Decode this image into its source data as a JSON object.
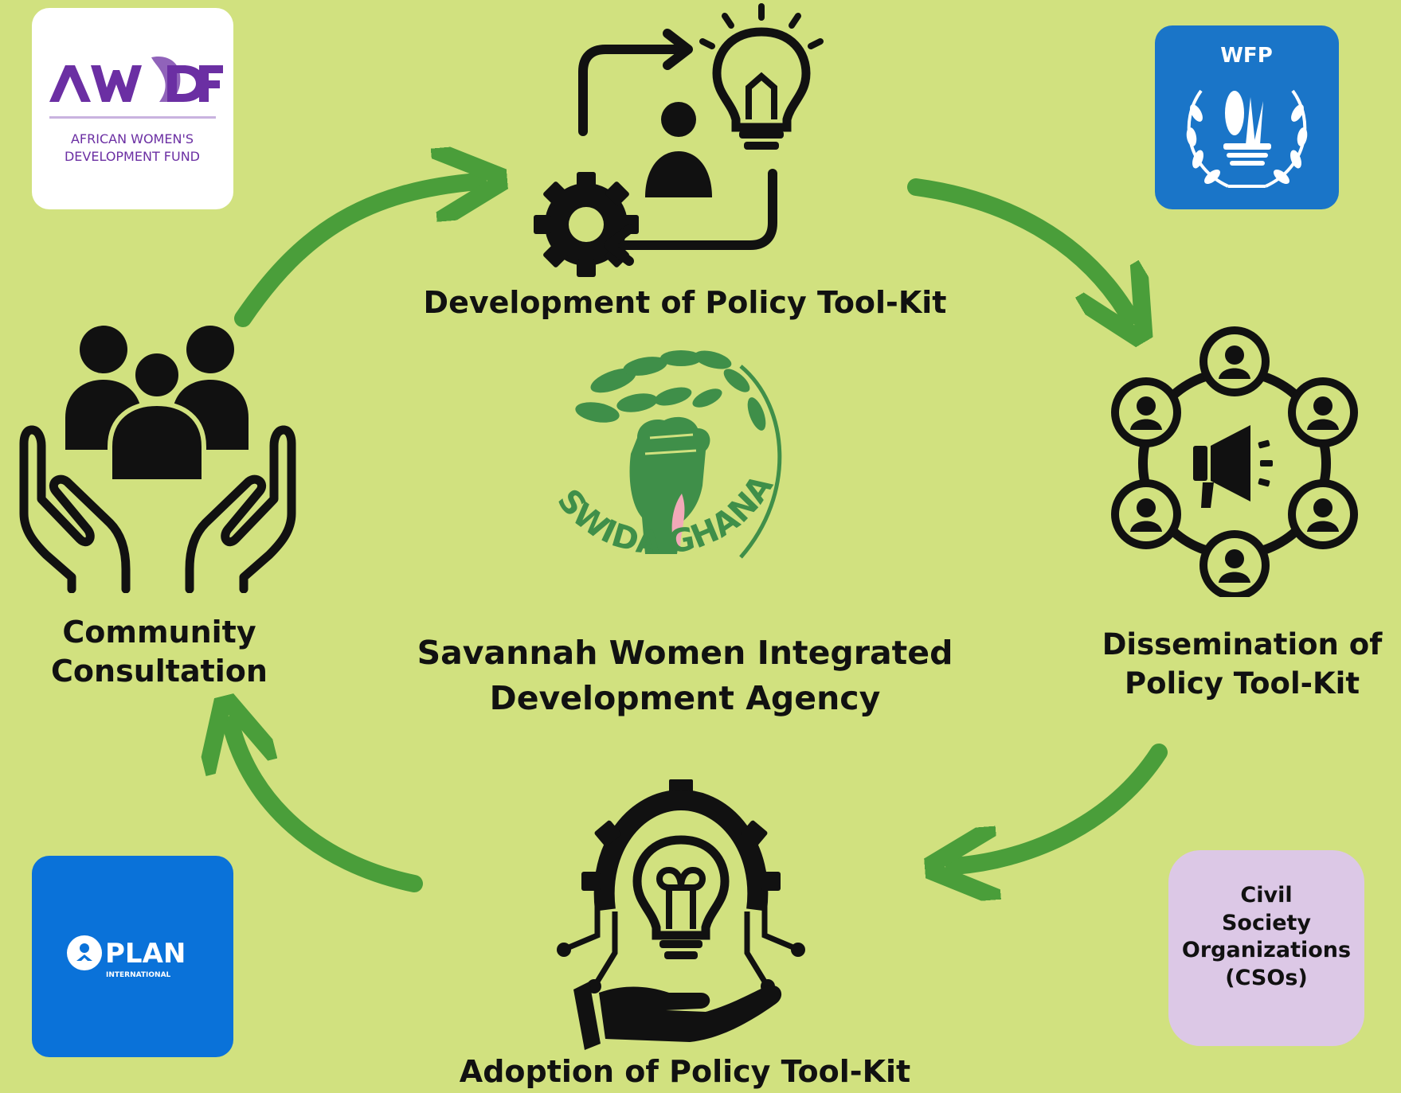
{
  "center": {
    "brand": "SWIDA GHANA",
    "org_line1": "Savannah Women Integrated",
    "org_line2": "Development Agency"
  },
  "steps": {
    "development": "Development of Policy Tool-Kit",
    "dissemination_line1": "Dissemination of",
    "dissemination_line2": "Policy Tool-Kit",
    "adoption": "Adoption of Policy Tool-Kit",
    "community_line1": "Community",
    "community_line2": "Consultation"
  },
  "partners": {
    "awdf": {
      "mark": "AWDF",
      "name_line1": "AFRICAN WOMEN'S",
      "name_line2": "DEVELOPMENT FUND"
    },
    "wfp": {
      "mark": "WFP"
    },
    "plan": {
      "mark": "PLAN",
      "sub": "INTERNATIONAL"
    },
    "cso": {
      "line1": "Civil",
      "line2": "Society",
      "line3": "Organizations",
      "line4": "(CSOs)"
    }
  },
  "colors": {
    "background": "#d1e17f",
    "arrow": "#4a9e3a",
    "swida_green": "#3f8f49",
    "awdf_purple": "#6b2fa3",
    "wfp_blue": "#1a75c8",
    "plan_blue": "#0a72d9",
    "cso_lilac": "#dcc8e6"
  }
}
